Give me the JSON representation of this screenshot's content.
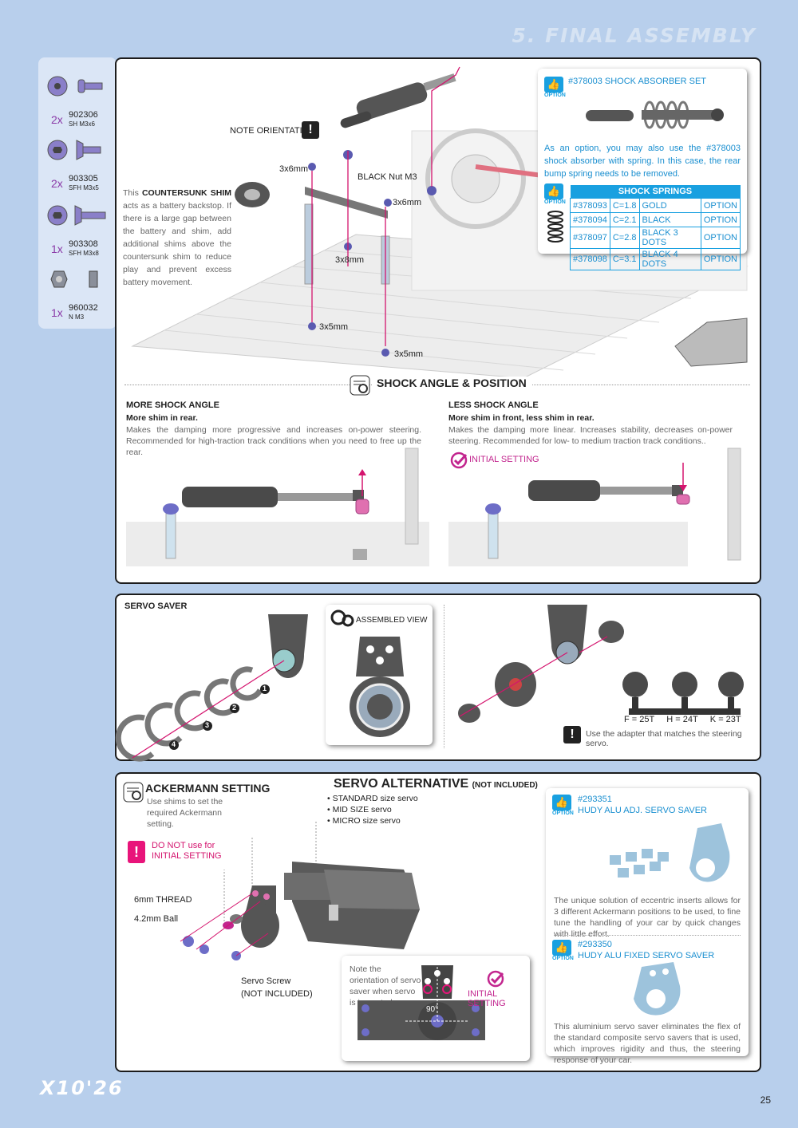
{
  "header": {
    "title": "5. FINAL ASSEMBLY"
  },
  "parts": [
    {
      "qty": "2x",
      "code": "902306",
      "desc": "SH M3x6"
    },
    {
      "qty": "2x",
      "code": "903305",
      "desc": "SFH M3x5"
    },
    {
      "qty": "1x",
      "code": "903308",
      "desc": "SFH M3x8"
    },
    {
      "qty": "1x",
      "code": "960032",
      "desc": "N M3"
    }
  ],
  "main": {
    "note_orientation": "NOTE ORIENTATION",
    "shim_text_1": "This",
    "shim_text_bold": "COUNTERSUNK SHIM",
    "shim_text_2": "acts as a battery backstop. If there is a large gap between the battery and shim, add additional shims above the countersunk shim to reduce play and prevent excess battery movement.",
    "labels": {
      "l1": "3x6mm",
      "l2": "BLACK Nut M3",
      "l3": "3x6mm",
      "l4": "3x8mm",
      "l5": "3x5mm",
      "l6": "3x5mm"
    },
    "option_box": {
      "title": "#378003 SHOCK ABSORBER SET",
      "option": "OPTION",
      "text": "As an option, you may also use the #378003 shock absorber with spring. In this case, the rear bump spring needs to be removed.",
      "table_title": "SHOCK SPRINGS",
      "rows": [
        [
          "#378093",
          "C=1.8",
          "GOLD",
          "OPTION"
        ],
        [
          "#378094",
          "C=2.1",
          "BLACK",
          "OPTION"
        ],
        [
          "#378097",
          "C=2.8",
          "BLACK 3 DOTS",
          "OPTION"
        ],
        [
          "#378098",
          "C=3.1",
          "BLACK 4 DOTS",
          "OPTION"
        ]
      ]
    },
    "shock_title": "SHOCK ANGLE & POSITION",
    "more": {
      "title": "MORE SHOCK ANGLE",
      "subtitle": "More shim in rear.",
      "text": "Makes the damping more progressive and increases on-power steering. Recommended for high-traction track conditions when you need to free up the rear."
    },
    "less": {
      "title": "LESS SHOCK ANGLE",
      "subtitle": "More shim in front, less shim in rear.",
      "text": "Makes the damping more linear. Increases stability, decreases on-power steering. Recommended for low- to medium traction track conditions..",
      "initial": "INITIAL SETTING"
    }
  },
  "servo_saver": {
    "title": "SERVO SAVER",
    "assembled": "ASSEMBLED VIEW",
    "steps": [
      "1",
      "2",
      "3",
      "4"
    ],
    "adapters": "F = 25T     H = 24T     K = 23T",
    "note": "Use the adapter that matches the steering servo."
  },
  "bottom": {
    "ackermann_title": "ACKERMANN SETTING",
    "ackermann_text": "Use shims to set the required Ackermann setting.",
    "do_not": "DO NOT use for INITIAL SETTING",
    "thread": "6mm THREAD",
    "ball": "4.2mm Ball",
    "servo_screw": "Servo Screw (NOT INCLUDED)",
    "servo_alt_title": "SERVO ALTERNATIVE",
    "servo_alt_sub": "(NOT INCLUDED)",
    "servo_list": [
      "STANDARD size servo",
      "MID SIZE servo",
      "MICRO size servo"
    ],
    "neutral_note": "Note the orientation of servo saver when servo is in neutral.",
    "initial": "INITIAL SETTING",
    "angle": "90°",
    "opt1": {
      "code": "#293351",
      "name": "HUDY ALU ADJ. SERVO SAVER",
      "text": "The unique solution of eccentric inserts allows for 3 different Ackermann positions to be used, to fine tune the handling of your car by quick changes with little effort."
    },
    "opt2": {
      "code": "#293350",
      "name": "HUDY ALU FIXED SERVO SAVER",
      "text": "This aluminium servo saver eliminates the flex of the standard composite servo savers that is used, which improves rigidity and thus, the steering response of your car."
    },
    "option": "OPTION"
  },
  "footer": {
    "logo": "X10'26",
    "page": "25"
  }
}
